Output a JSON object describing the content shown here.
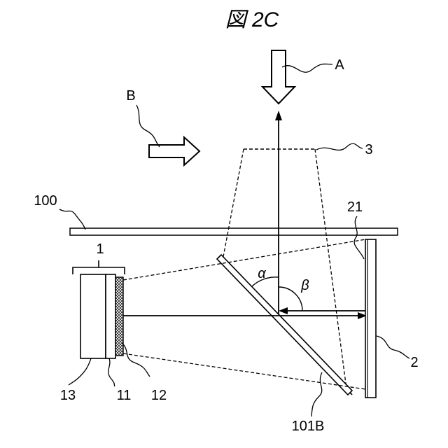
{
  "figure": {
    "title": "図 2C"
  },
  "labels": {
    "arrow_a": "A",
    "arrow_b": "B",
    "beam_3": "3",
    "plate_100": "100",
    "mirror_21": "21",
    "group_1": "1",
    "angle_alpha": "α",
    "angle_beta": "β",
    "panel_2": "2",
    "part_13": "13",
    "part_11": "11",
    "part_12": "12",
    "splitter_101b": "101B"
  }
}
